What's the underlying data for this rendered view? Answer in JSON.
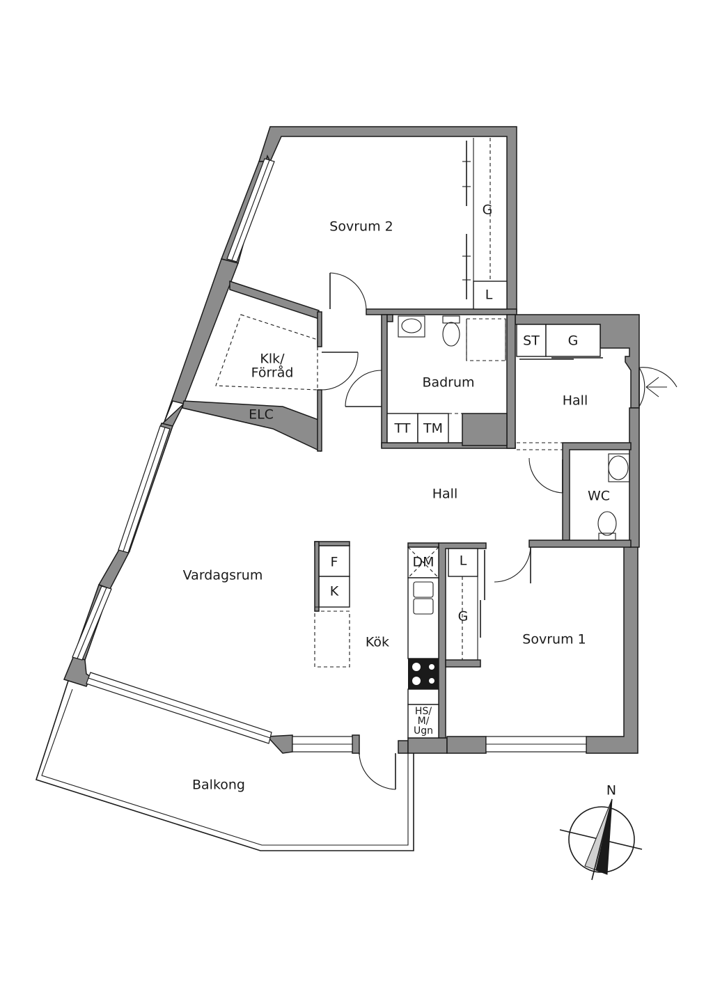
{
  "rooms": {
    "sovrum2": "Sovrum 2",
    "klk_line1": "Klk/",
    "klk_line2": "Förråd",
    "elc": "ELC",
    "badrum": "Badrum",
    "hall_entry": "Hall",
    "hall_main": "Hall",
    "wc": "WC",
    "vardagsrum": "Vardagsrum",
    "kok": "Kök",
    "sovrum1": "Sovrum 1",
    "balkong": "Balkong"
  },
  "fixtures": {
    "g_sovrum2": "G",
    "l_sovrum2": "L",
    "tt": "TT",
    "tm": "TM",
    "st": "ST",
    "g_hall": "G",
    "f": "F",
    "k": "K",
    "dm": "DM",
    "l_sovrum1": "L",
    "g_sovrum1": "G",
    "hs_line1": "HS/",
    "hs_line2": "M/",
    "hs_line3": "Ugn"
  },
  "compass": {
    "north": "N"
  },
  "colors": {
    "wall": "#8c8c8c",
    "line": "#1a1a1a",
    "background": "#ffffff"
  }
}
